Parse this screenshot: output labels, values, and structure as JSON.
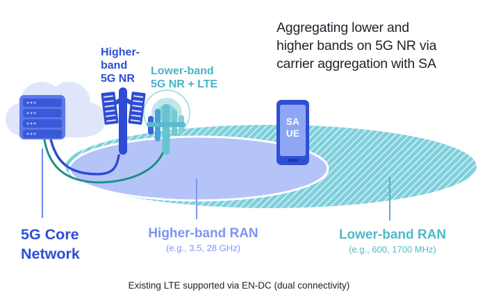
{
  "title": {
    "line1": "Aggregating lower and",
    "line2": "higher bands on 5G NR via",
    "line3": "carrier aggregation with SA"
  },
  "tower_labels": {
    "higher": {
      "line1": "Higher-",
      "line2": "band",
      "line3": "5G NR"
    },
    "lower": {
      "line1": "Lower-band",
      "line2": "5G NR + LTE"
    }
  },
  "core_label": {
    "line1": "5G Core",
    "line2": "Network"
  },
  "ran_labels": {
    "higher": {
      "title": "Higher-band RAN",
      "subtitle": "(e.g., 3.5, 28 GHz)"
    },
    "lower": {
      "title": "Lower-band RAN",
      "subtitle": "(e.g., 600, 1700 MHz)"
    }
  },
  "ue_label": {
    "line1": "SA",
    "line2": "UE"
  },
  "footer": "Existing LTE supported via EN-DC (dual connectivity)",
  "icons": [
    "cloud-icon",
    "server-icon",
    "cell-tower-higher-icon",
    "signal-rings-icon",
    "cell-tower-lower-icon",
    "smartphone-icon"
  ],
  "colors": {
    "royal_blue": "#2e4bd3",
    "label_blue": "#2c4ed6",
    "ran_label_blue": "#7d95f1",
    "teal_label": "#44b4c7",
    "teal_ellipse_fill": "#7ecfdc",
    "periwinkle_ellipse_fill": "#b5c4f8",
    "dark_teal_connector": "#1d8f85",
    "cloud_fill": "#dfe6fc",
    "server_outer": "#5b79e8",
    "server_row": "#3959da",
    "phone_screen": "#8ea6f4",
    "ink": "#20222c"
  }
}
